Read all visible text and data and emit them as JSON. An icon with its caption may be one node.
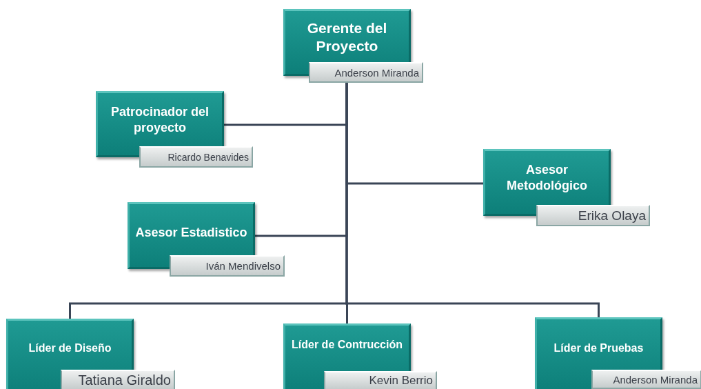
{
  "diagram": {
    "nodes": [
      {
        "text": [
          "Gerente del Proyecto",
          "Anderson Miranda"
        ]
      },
      {
        "text": [
          "Patrocinador del proyecto",
          "Ricardo Benavides"
        ]
      },
      {
        "text": [
          "Asesor Metodológico",
          "Erika Olaya"
        ]
      },
      {
        "text": [
          "Asesor Estadistico",
          "Iván Mendivelso"
        ]
      },
      {
        "text": [
          "Líder de Diseño",
          "Tatiana Giraldo"
        ]
      },
      {
        "text": [
          "Líder de Contrucción",
          "Kevin Berrio"
        ]
      },
      {
        "text": [
          "Líder de Pruebas",
          "Anderson Miranda"
        ]
      }
    ],
    "edges": [
      {
        "from": 0,
        "to": 1,
        "arrow": "none"
      },
      {
        "from": 0,
        "to": 2,
        "arrow": "none"
      },
      {
        "from": 0,
        "to": 3,
        "arrow": "none"
      },
      {
        "from": 0,
        "to": 4,
        "arrow": "none"
      },
      {
        "from": 0,
        "to": 5,
        "arrow": "none"
      },
      {
        "from": 0,
        "to": 6,
        "arrow": "none"
      }
    ]
  }
}
